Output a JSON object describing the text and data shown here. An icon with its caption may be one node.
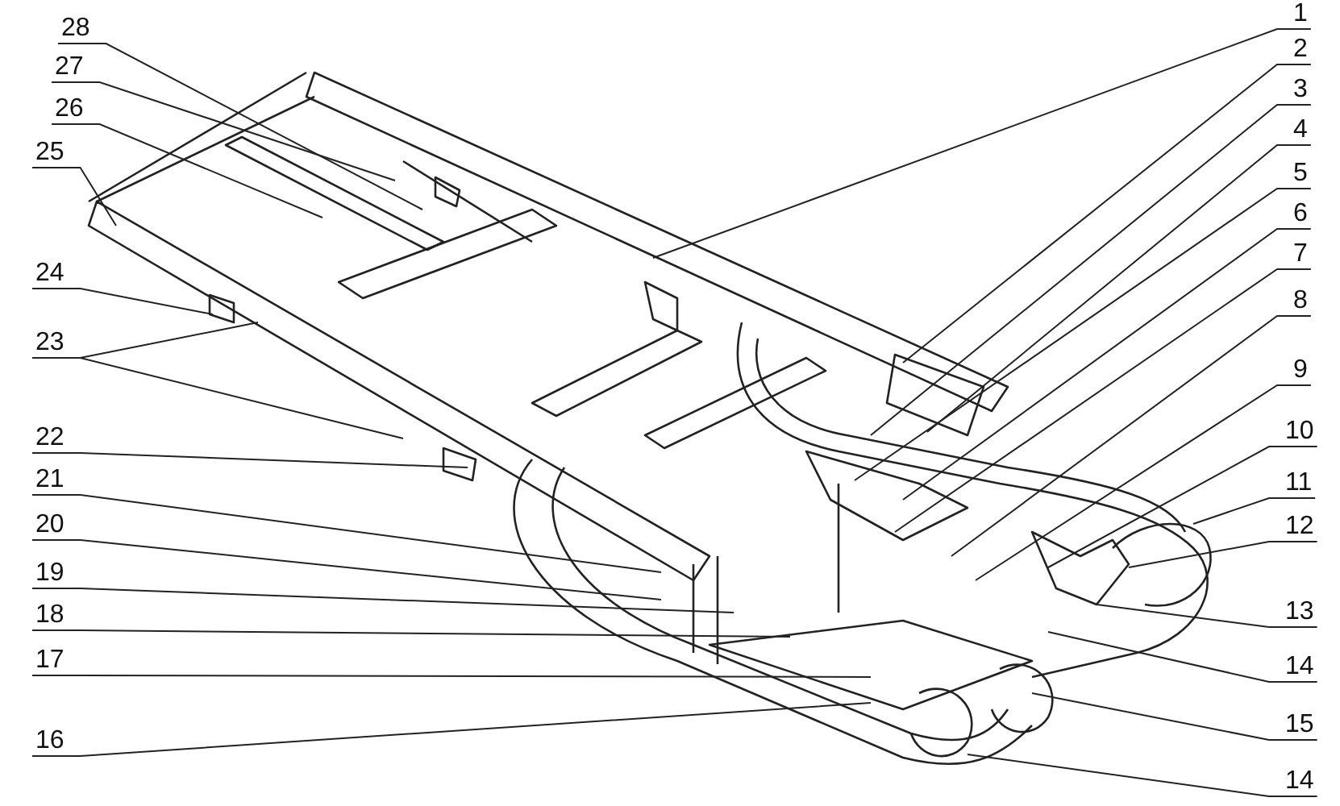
{
  "diagram": {
    "nodes": [
      {
        "text": [
          "1"
        ]
      },
      {
        "text": [
          "2"
        ]
      },
      {
        "text": [
          "3"
        ]
      },
      {
        "text": [
          "4"
        ]
      },
      {
        "text": [
          "5"
        ]
      },
      {
        "text": [
          "6"
        ]
      },
      {
        "text": [
          "7"
        ]
      },
      {
        "text": [
          "8"
        ]
      },
      {
        "text": [
          "9"
        ]
      },
      {
        "text": [
          "10"
        ]
      },
      {
        "text": [
          "11"
        ]
      },
      {
        "text": [
          "12"
        ]
      },
      {
        "text": [
          "13"
        ]
      },
      {
        "text": [
          "14"
        ]
      },
      {
        "text": [
          "15"
        ]
      },
      {
        "text": [
          "14"
        ]
      },
      {
        "text": [
          "28"
        ]
      },
      {
        "text": [
          "27"
        ]
      },
      {
        "text": [
          "26"
        ]
      },
      {
        "text": [
          "25"
        ]
      },
      {
        "text": [
          "24"
        ]
      },
      {
        "text": [
          "23"
        ]
      },
      {
        "text": [
          "22"
        ]
      },
      {
        "text": [
          "21"
        ]
      },
      {
        "text": [
          "20"
        ]
      },
      {
        "text": [
          "19"
        ]
      },
      {
        "text": [
          "18"
        ]
      },
      {
        "text": [
          "17"
        ]
      },
      {
        "text": [
          "16"
        ]
      }
    ],
    "edges": [
      {
        "from": 0,
        "to": null,
        "arrow": "none"
      },
      {
        "from": 1,
        "to": null,
        "arrow": "none"
      },
      {
        "from": 2,
        "to": null,
        "arrow": "none"
      },
      {
        "from": 3,
        "to": null,
        "arrow": "none"
      },
      {
        "from": 4,
        "to": null,
        "arrow": "none"
      },
      {
        "from": 5,
        "to": null,
        "arrow": "none"
      },
      {
        "from": 6,
        "to": null,
        "arrow": "none"
      },
      {
        "from": 7,
        "to": null,
        "arrow": "none"
      },
      {
        "from": 8,
        "to": null,
        "arrow": "none"
      },
      {
        "from": 9,
        "to": null,
        "arrow": "none"
      },
      {
        "from": 10,
        "to": null,
        "arrow": "none"
      },
      {
        "from": 11,
        "to": null,
        "arrow": "none"
      },
      {
        "from": 12,
        "to": null,
        "arrow": "none"
      },
      {
        "from": 13,
        "to": null,
        "arrow": "none"
      },
      {
        "from": 14,
        "to": null,
        "arrow": "none"
      },
      {
        "from": 15,
        "to": null,
        "arrow": "none"
      },
      {
        "from": 16,
        "to": null,
        "arrow": "none"
      },
      {
        "from": 17,
        "to": null,
        "arrow": "none"
      },
      {
        "from": 18,
        "to": null,
        "arrow": "none"
      },
      {
        "from": 19,
        "to": null,
        "arrow": "none"
      },
      {
        "from": 20,
        "to": null,
        "arrow": "none"
      },
      {
        "from": 21,
        "to": null,
        "arrow": "none"
      },
      {
        "from": 21,
        "to": null,
        "arrow": "none"
      },
      {
        "from": 22,
        "to": null,
        "arrow": "none"
      },
      {
        "from": 23,
        "to": null,
        "arrow": "none"
      },
      {
        "from": 24,
        "to": null,
        "arrow": "none"
      },
      {
        "from": 25,
        "to": null,
        "arrow": "none"
      },
      {
        "from": 26,
        "to": null,
        "arrow": "none"
      },
      {
        "from": 27,
        "to": null,
        "arrow": "none"
      },
      {
        "from": 28,
        "to": null,
        "arrow": "none"
      }
    ]
  }
}
